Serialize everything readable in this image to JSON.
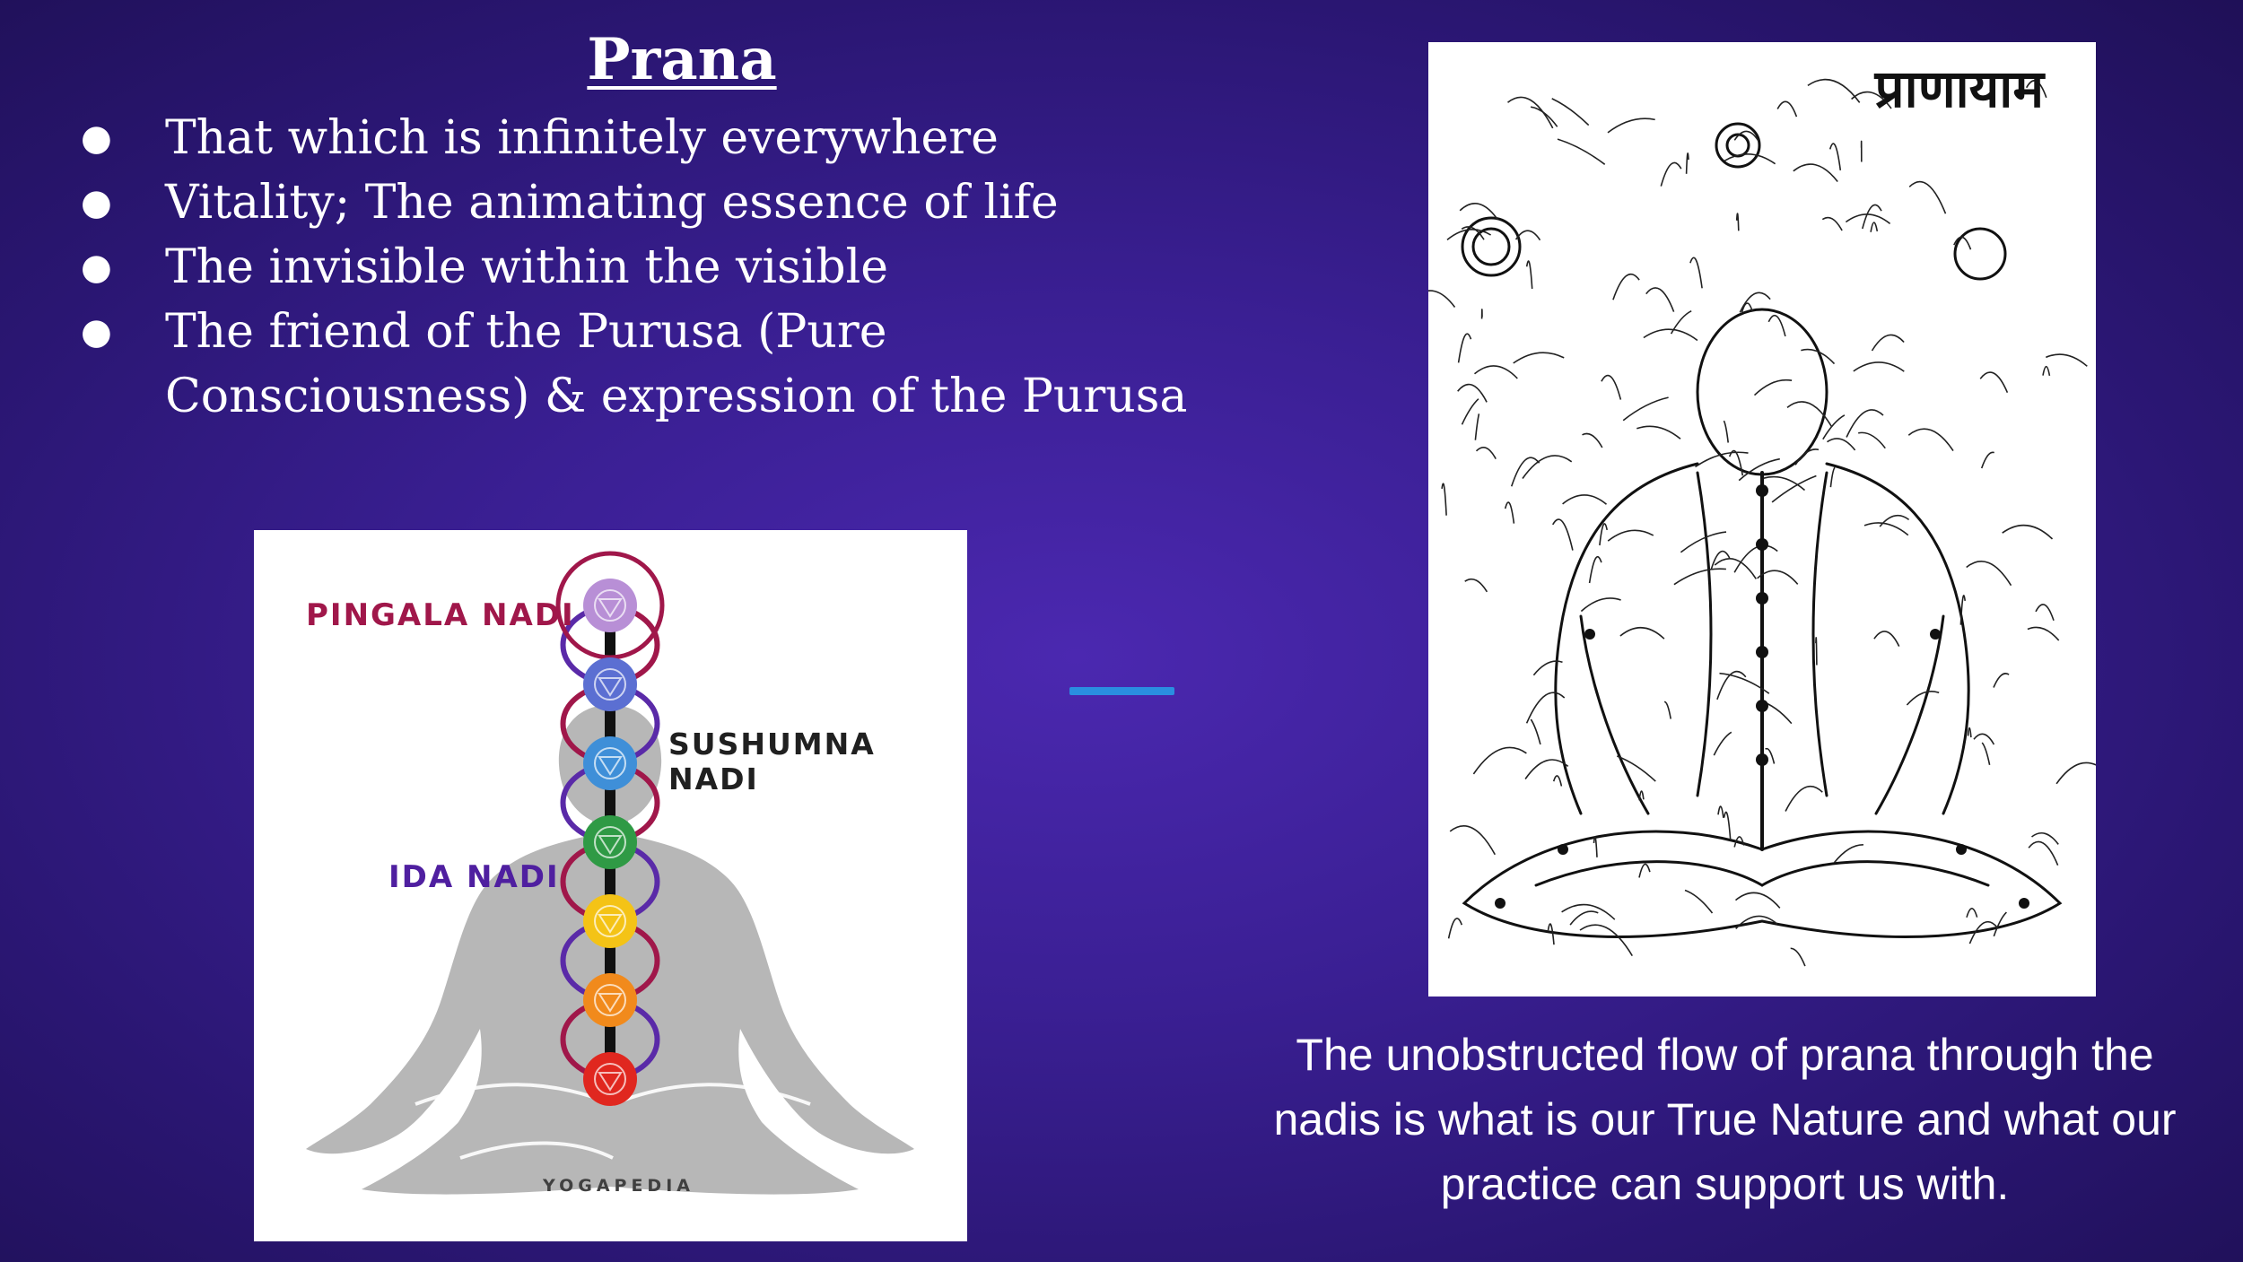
{
  "slide": {
    "title": "Prana",
    "bullets": [
      "That which is infinitely everywhere",
      "Vitality;  The animating essence of life",
      "The invisible within the visible",
      "The friend of the Purusa (Pure Consciousness) & expression of the Purusa"
    ],
    "bullet_marker": "●",
    "caption": "The unobstructed flow of prana through the nadis is what is our True Nature and what our practice can support us with."
  },
  "chakra_figure": {
    "labels": {
      "pingala": "PINGALA NADI",
      "sushumna": "SUSHUMNA NADI",
      "ida": "IDA NADI",
      "watermark": "YOGAPEDIA"
    },
    "chakra_colors": [
      "#b88fd6",
      "#5b6fd2",
      "#3f8fd8",
      "#2f9a45",
      "#f4c316",
      "#f18a1c",
      "#e0271f"
    ],
    "pingala_color": "#a0174a",
    "ida_color": "#5a2aa8",
    "body_color": "#b7b7b7"
  },
  "sketch_figure": {
    "heading": "प्राणायाम"
  },
  "colors": {
    "background": "#3a1f93",
    "accent_dash": "#2a8ee0",
    "text": "#ffffff"
  }
}
